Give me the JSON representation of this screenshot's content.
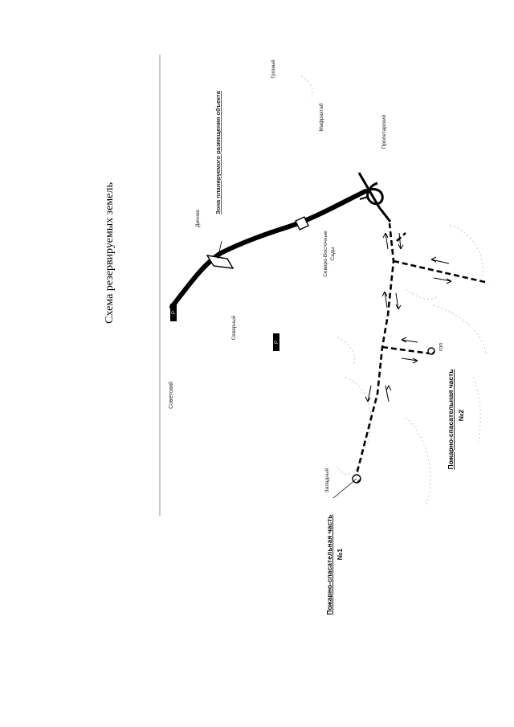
{
  "title": "Схема резервируемых земель",
  "zone_label": "Зона планируемого размещения объекта",
  "stations": {
    "first": {
      "name": "Пожарно-спасательная часть",
      "number": "№1"
    },
    "second": {
      "name": "Пожарно-спасательная часть",
      "number": "№2"
    }
  },
  "places": {
    "sovetsky": "Советский",
    "severny": "Северный",
    "dachnoe": "Дачное",
    "sv_sady_1": "Северо-Восточные",
    "sv_sady_2": "Сады",
    "zapadny": "Западный",
    "groznensky": "Грозный",
    "mafrakhtab": "Мафрахтаб",
    "proletarsky": "Пролетарский",
    "top": "гоп"
  },
  "road_shields": {
    "r1": "Р",
    "r2": "Р"
  },
  "colors": {
    "ink": "#000000",
    "faint": "#c9c9c9",
    "background": "#ffffff"
  }
}
